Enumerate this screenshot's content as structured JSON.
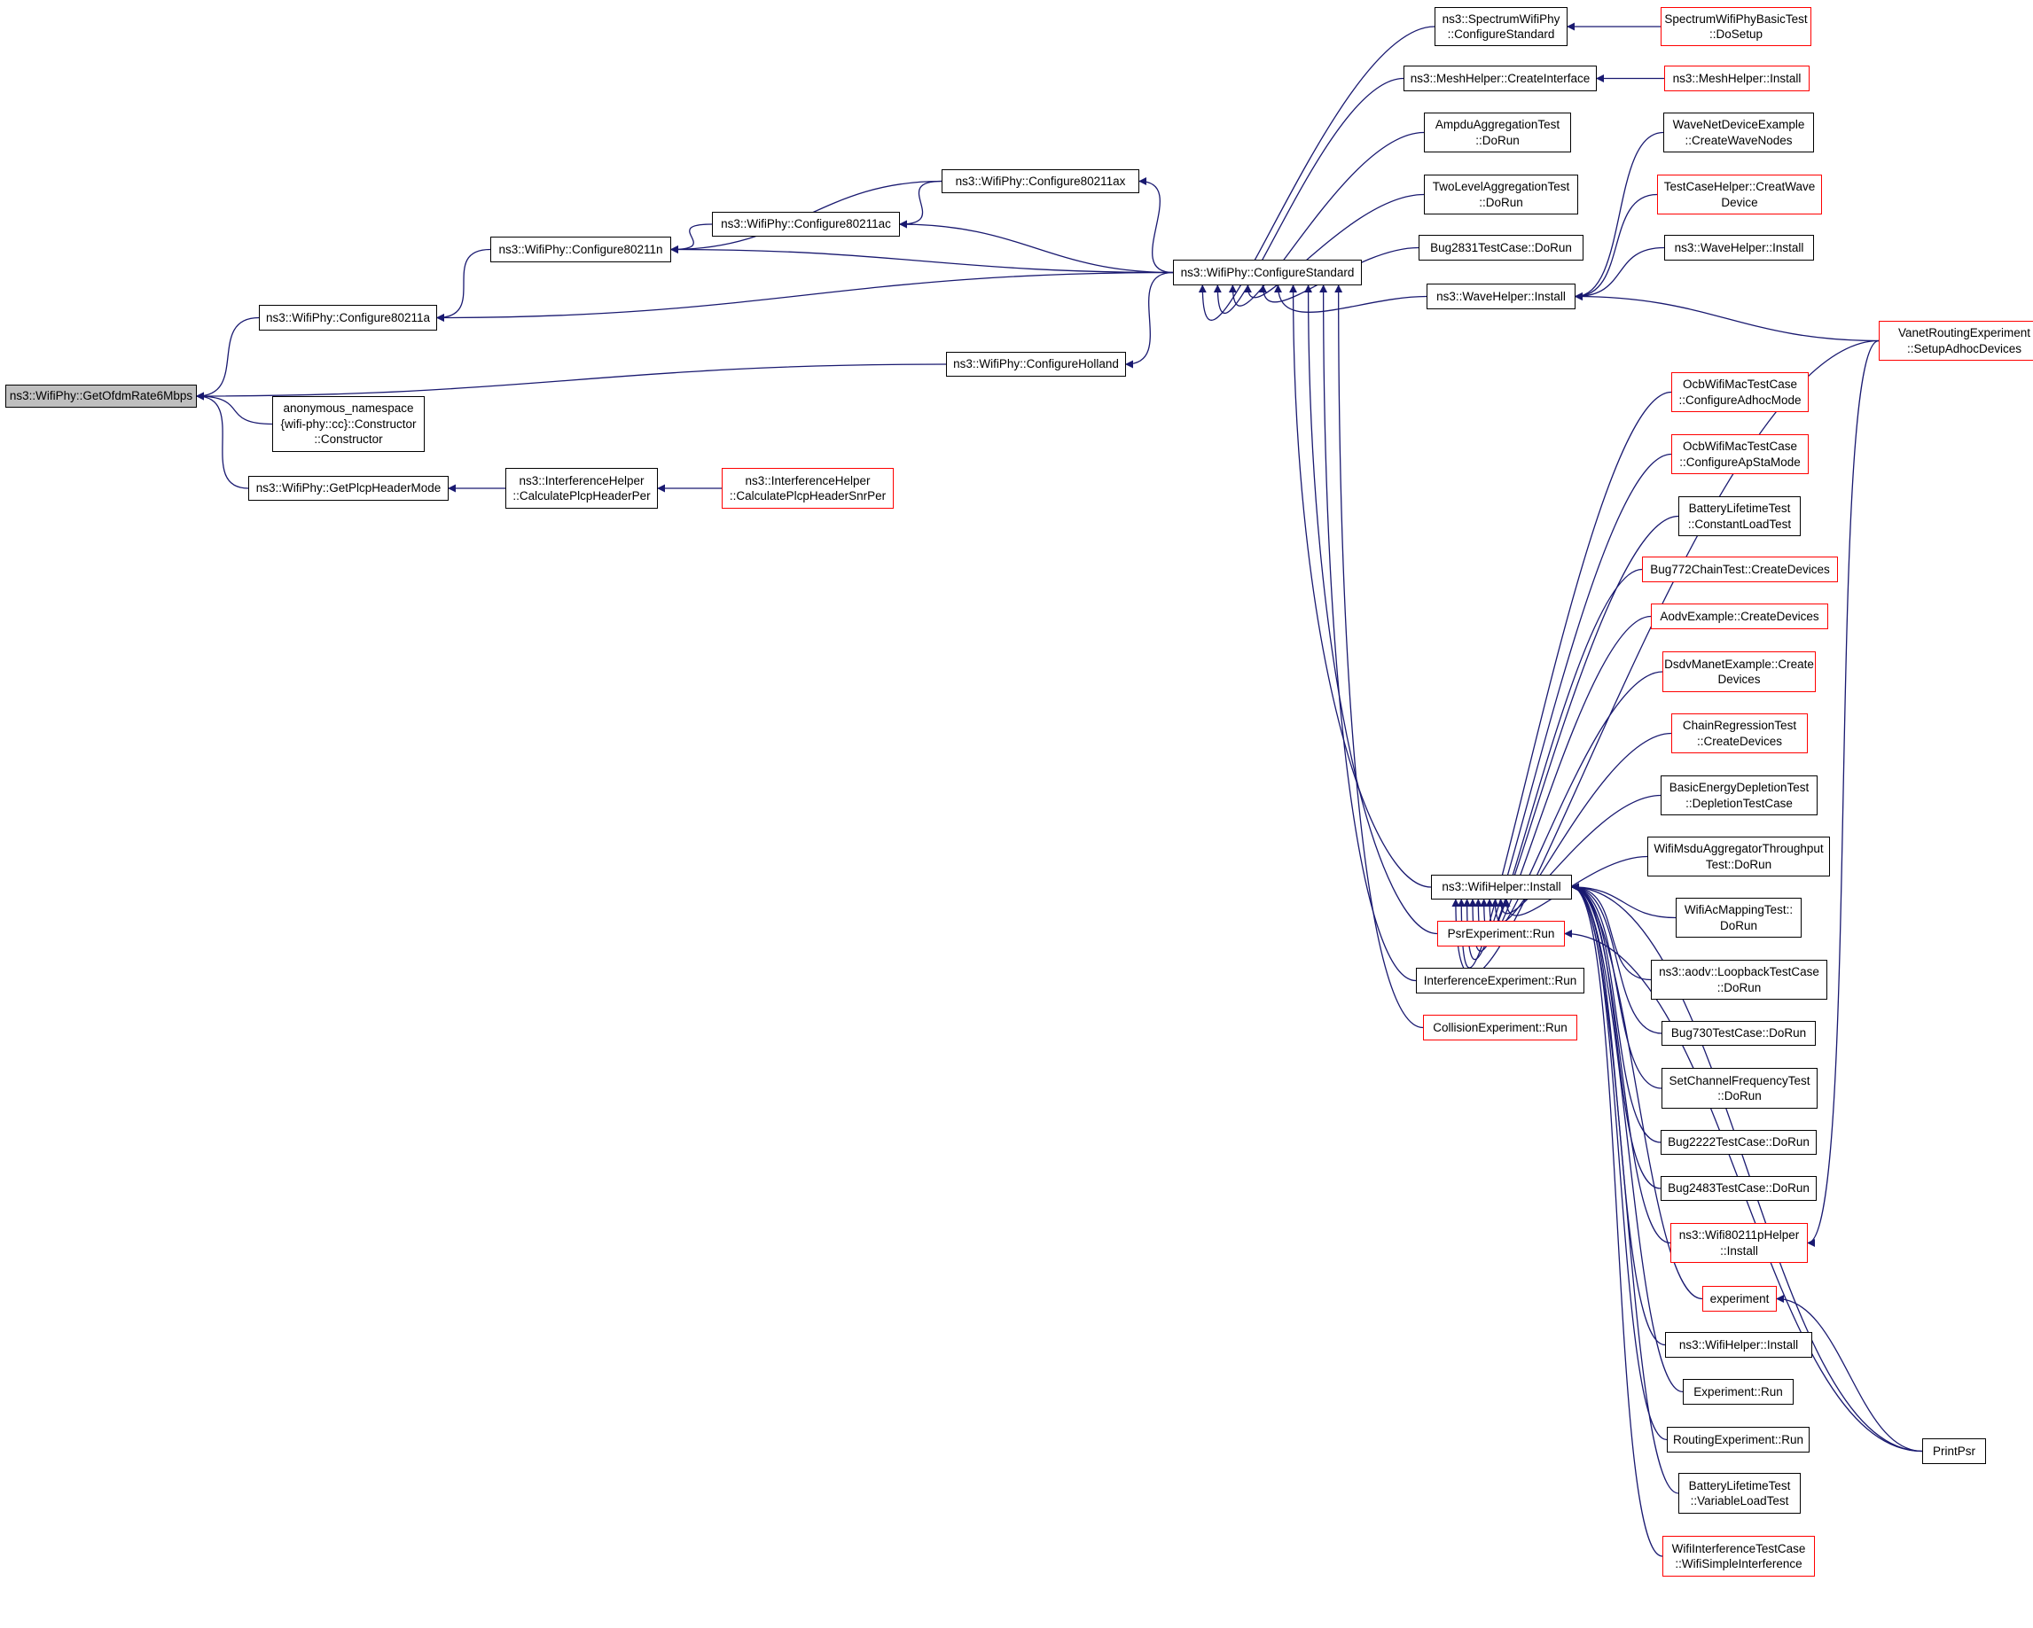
{
  "colors": {
    "edge": "#191970",
    "black_border": "#000000",
    "red_border": "#ff0000",
    "root_fill": "#bfbfbf"
  },
  "nodes": [
    {
      "id": "root",
      "border": "root",
      "lines": [
        "ns3::WifiPhy::GetOfdmRate6Mbps"
      ]
    },
    {
      "id": "cfg11a",
      "border": "black",
      "lines": [
        "ns3::WifiPhy::Configure80211a"
      ]
    },
    {
      "id": "cfg11n",
      "border": "black",
      "lines": [
        "ns3::WifiPhy::Configure80211n"
      ]
    },
    {
      "id": "cfg11ac",
      "border": "black",
      "lines": [
        "ns3::WifiPhy::Configure80211ac"
      ]
    },
    {
      "id": "cfg11ax",
      "border": "black",
      "lines": [
        "ns3::WifiPhy::Configure80211ax"
      ]
    },
    {
      "id": "cfgHolland",
      "border": "black",
      "lines": [
        "ns3::WifiPhy::ConfigureHolland"
      ]
    },
    {
      "id": "anonCtor",
      "border": "black",
      "lines": [
        "anonymous_namespace",
        "{wifi-phy::cc}::Constructor",
        "::Constructor"
      ]
    },
    {
      "id": "getPlcp",
      "border": "black",
      "lines": [
        "ns3::WifiPhy::GetPlcpHeaderMode"
      ]
    },
    {
      "id": "calcPer",
      "border": "black",
      "lines": [
        "ns3::InterferenceHelper",
        "::CalculatePlcpHeaderPer"
      ]
    },
    {
      "id": "calcSnrPer",
      "border": "red",
      "lines": [
        "ns3::InterferenceHelper",
        "::CalculatePlcpHeaderSnrPer"
      ]
    },
    {
      "id": "cfgStd",
      "border": "black",
      "lines": [
        "ns3::WifiPhy::ConfigureStandard"
      ]
    },
    {
      "id": "specCfgStd",
      "border": "black",
      "lines": [
        "ns3::SpectrumWifiPhy",
        "::ConfigureStandard"
      ]
    },
    {
      "id": "specSetup",
      "border": "red",
      "lines": [
        "SpectrumWifiPhyBasicTest",
        "::DoSetup"
      ]
    },
    {
      "id": "meshCreate",
      "border": "black",
      "lines": [
        "ns3::MeshHelper::CreateInterface"
      ]
    },
    {
      "id": "meshInstall",
      "border": "red",
      "lines": [
        "ns3::MeshHelper::Install"
      ]
    },
    {
      "id": "ampdu",
      "border": "black",
      "lines": [
        "AmpduAggregationTest",
        "::DoRun"
      ]
    },
    {
      "id": "twoLevel",
      "border": "black",
      "lines": [
        "TwoLevelAggregationTest",
        "::DoRun"
      ]
    },
    {
      "id": "bug2831",
      "border": "black",
      "lines": [
        "Bug2831TestCase::DoRun"
      ]
    },
    {
      "id": "waveInstall",
      "border": "black",
      "lines": [
        "ns3::WaveHelper::Install"
      ]
    },
    {
      "id": "waveNodes",
      "border": "black",
      "lines": [
        "WaveNetDeviceExample",
        "::CreateWaveNodes"
      ]
    },
    {
      "id": "tcWave",
      "border": "red",
      "lines": [
        "TestCaseHelper::CreatWave",
        "Device"
      ]
    },
    {
      "id": "waveInstall2",
      "border": "black",
      "lines": [
        "ns3::WaveHelper::Install"
      ]
    },
    {
      "id": "vanet",
      "border": "red",
      "lines": [
        "VanetRoutingExperiment",
        "::SetupAdhocDevices"
      ]
    },
    {
      "id": "ocbAdhoc",
      "border": "red",
      "lines": [
        "OcbWifiMacTestCase",
        "::ConfigureAdhocMode"
      ]
    },
    {
      "id": "ocbApSta",
      "border": "red",
      "lines": [
        "OcbWifiMacTestCase",
        "::ConfigureApStaMode"
      ]
    },
    {
      "id": "battConst",
      "border": "black",
      "lines": [
        "BatteryLifetimeTest",
        "::ConstantLoadTest"
      ]
    },
    {
      "id": "bug772",
      "border": "red",
      "lines": [
        "Bug772ChainTest::CreateDevices"
      ]
    },
    {
      "id": "aodvEx",
      "border": "red",
      "lines": [
        "AodvExample::CreateDevices"
      ]
    },
    {
      "id": "dsdv",
      "border": "red",
      "lines": [
        "DsdvManetExample::Create",
        "Devices"
      ]
    },
    {
      "id": "chainReg",
      "border": "red",
      "lines": [
        "ChainRegressionTest",
        "::CreateDevices"
      ]
    },
    {
      "id": "basicEnergy",
      "border": "black",
      "lines": [
        "BasicEnergyDepletionTest",
        "::DepletionTestCase"
      ]
    },
    {
      "id": "msdu",
      "border": "black",
      "lines": [
        "WifiMsduAggregatorThroughput",
        "Test::DoRun"
      ]
    },
    {
      "id": "wifiInstall",
      "border": "black",
      "lines": [
        "ns3::WifiHelper::Install"
      ]
    },
    {
      "id": "acMap",
      "border": "black",
      "lines": [
        "WifiAcMappingTest::",
        "DoRun"
      ]
    },
    {
      "id": "psr",
      "border": "red",
      "lines": [
        "PsrExperiment::Run"
      ]
    },
    {
      "id": "aodvLoop",
      "border": "black",
      "lines": [
        "ns3::aodv::LoopbackTestCase",
        "::DoRun"
      ]
    },
    {
      "id": "interfExp",
      "border": "black",
      "lines": [
        "InterferenceExperiment::Run"
      ]
    },
    {
      "id": "bug730",
      "border": "black",
      "lines": [
        "Bug730TestCase::DoRun"
      ]
    },
    {
      "id": "collision",
      "border": "red",
      "lines": [
        "CollisionExperiment::Run"
      ]
    },
    {
      "id": "setChan",
      "border": "black",
      "lines": [
        "SetChannelFrequencyTest",
        "::DoRun"
      ]
    },
    {
      "id": "bug2222",
      "border": "black",
      "lines": [
        "Bug2222TestCase::DoRun"
      ]
    },
    {
      "id": "bug2483",
      "border": "black",
      "lines": [
        "Bug2483TestCase::DoRun"
      ]
    },
    {
      "id": "w80211p",
      "border": "red",
      "lines": [
        "ns3::Wifi80211pHelper",
        "::Install"
      ]
    },
    {
      "id": "experiment",
      "border": "red",
      "lines": [
        "experiment"
      ]
    },
    {
      "id": "wifiInstall2",
      "border": "black",
      "lines": [
        "ns3::WifiHelper::Install"
      ]
    },
    {
      "id": "expRun",
      "border": "black",
      "lines": [
        "Experiment::Run"
      ]
    },
    {
      "id": "routingExp",
      "border": "black",
      "lines": [
        "RoutingExperiment::Run"
      ]
    },
    {
      "id": "battVar",
      "border": "black",
      "lines": [
        "BatteryLifetimeTest",
        "::VariableLoadTest"
      ]
    },
    {
      "id": "wifiInterf",
      "border": "red",
      "lines": [
        "WifiInterferenceTestCase",
        "::WifiSimpleInterference"
      ]
    },
    {
      "id": "printPsr",
      "border": "black",
      "lines": [
        "PrintPsr"
      ]
    }
  ],
  "edges": [
    [
      "cfg11a",
      "root"
    ],
    [
      "cfgHolland",
      "root"
    ],
    [
      "anonCtor",
      "root"
    ],
    [
      "getPlcp",
      "root"
    ],
    [
      "cfg11n",
      "cfg11a"
    ],
    [
      "cfgStd",
      "cfg11a"
    ],
    [
      "cfg11ac",
      "cfg11n"
    ],
    [
      "cfg11ax",
      "cfg11n"
    ],
    [
      "cfgStd",
      "cfg11n"
    ],
    [
      "cfg11ax",
      "cfg11ac"
    ],
    [
      "cfgStd",
      "cfg11ac"
    ],
    [
      "cfgStd",
      "cfg11ax"
    ],
    [
      "cfgStd",
      "cfgHolland"
    ],
    [
      "calcPer",
      "getPlcp"
    ],
    [
      "calcSnrPer",
      "calcPer"
    ],
    [
      "specCfgStd",
      "cfgStd"
    ],
    [
      "meshCreate",
      "cfgStd"
    ],
    [
      "ampdu",
      "cfgStd"
    ],
    [
      "twoLevel",
      "cfgStd"
    ],
    [
      "bug2831",
      "cfgStd"
    ],
    [
      "waveInstall",
      "cfgStd"
    ],
    [
      "wifiInstall",
      "cfgStd"
    ],
    [
      "psr",
      "cfgStd"
    ],
    [
      "interfExp",
      "cfgStd"
    ],
    [
      "collision",
      "cfgStd"
    ],
    [
      "specSetup",
      "specCfgStd"
    ],
    [
      "meshInstall",
      "meshCreate"
    ],
    [
      "waveNodes",
      "waveInstall"
    ],
    [
      "tcWave",
      "waveInstall"
    ],
    [
      "waveInstall2",
      "waveInstall"
    ],
    [
      "vanet",
      "waveInstall"
    ],
    [
      "vanet",
      "wifiInstall"
    ],
    [
      "ocbAdhoc",
      "wifiInstall"
    ],
    [
      "ocbApSta",
      "wifiInstall"
    ],
    [
      "battConst",
      "wifiInstall"
    ],
    [
      "bug772",
      "wifiInstall"
    ],
    [
      "aodvEx",
      "wifiInstall"
    ],
    [
      "dsdv",
      "wifiInstall"
    ],
    [
      "chainReg",
      "wifiInstall"
    ],
    [
      "basicEnergy",
      "wifiInstall"
    ],
    [
      "msdu",
      "wifiInstall"
    ],
    [
      "acMap",
      "wifiInstall"
    ],
    [
      "aodvLoop",
      "wifiInstall"
    ],
    [
      "bug730",
      "wifiInstall"
    ],
    [
      "setChan",
      "wifiInstall"
    ],
    [
      "bug2222",
      "wifiInstall"
    ],
    [
      "bug2483",
      "wifiInstall"
    ],
    [
      "w80211p",
      "wifiInstall"
    ],
    [
      "experiment",
      "wifiInstall"
    ],
    [
      "wifiInstall2",
      "wifiInstall"
    ],
    [
      "expRun",
      "wifiInstall"
    ],
    [
      "routingExp",
      "wifiInstall"
    ],
    [
      "battVar",
      "wifiInstall"
    ],
    [
      "wifiInterf",
      "wifiInstall"
    ],
    [
      "printPsr",
      "wifiInstall"
    ],
    [
      "vanet",
      "w80211p"
    ],
    [
      "printPsr",
      "experiment"
    ],
    [
      "printPsr",
      "psr"
    ]
  ]
}
